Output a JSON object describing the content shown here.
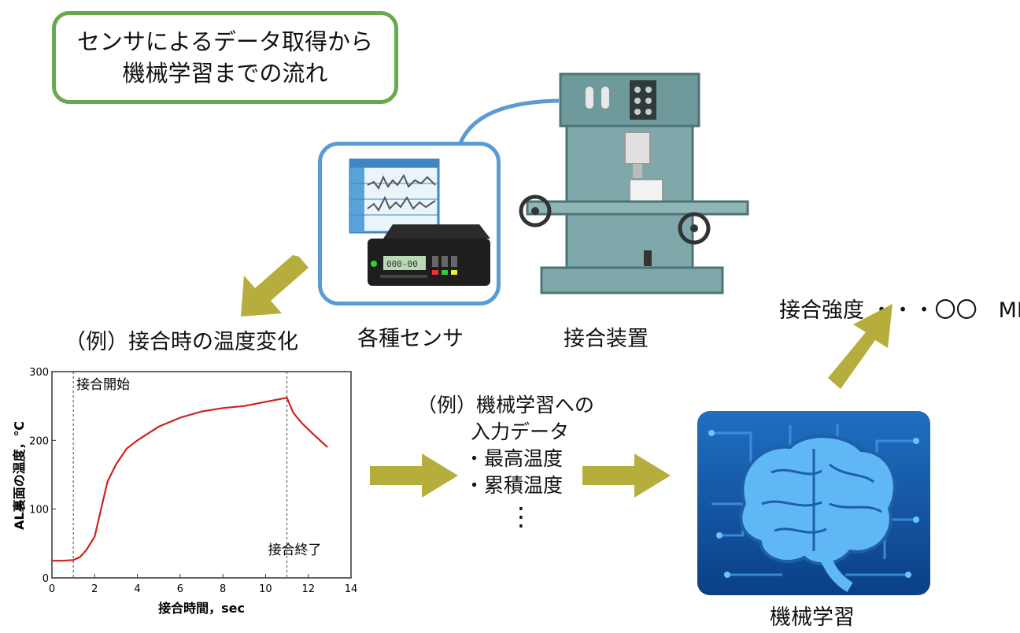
{
  "title": {
    "line1": "センサによるデータ取得から",
    "line2": "機械学習までの流れ"
  },
  "labels": {
    "sensors": "各種センサ",
    "device": "接合装置",
    "ml": "機械学習",
    "output": "接合強度 ・・・〇〇　MPa",
    "chart_caption": "（例）接合時の温度変化"
  },
  "ml_input": {
    "heading1": "（例）機械学習への",
    "heading2": "入力データ",
    "items": [
      "・最高温度",
      "・累積温度"
    ],
    "ellipsis": "⋮"
  },
  "colors": {
    "title_border": "#6aa84f",
    "sensor_border": "#5b9bd5",
    "arrow": "#b5ad3c",
    "curve": "#d02020",
    "brain": "#2f8fe0"
  },
  "chart_data": {
    "type": "line",
    "xlabel": "接合時間，sec",
    "ylabel": "AL裏面の温度，℃",
    "xlim": [
      0,
      14
    ],
    "ylim": [
      0,
      300
    ],
    "x_ticks": [
      "0",
      "2",
      "4",
      "6",
      "8",
      "10",
      "12",
      "14"
    ],
    "y_ticks": [
      "0",
      "100",
      "200",
      "300"
    ],
    "series": [
      {
        "x": [
          0,
          0.5,
          1.0,
          1.3,
          1.6,
          2.0,
          2.3,
          2.6,
          3.0,
          3.5,
          4.0,
          5.0,
          6.0,
          7.0,
          8.0,
          9.0,
          10.0,
          10.5,
          11.0,
          11.3,
          11.7,
          12.2,
          12.9
        ],
        "y": [
          25,
          25,
          26,
          30,
          40,
          60,
          100,
          140,
          165,
          188,
          200,
          220,
          233,
          242,
          247,
          250,
          256,
          259,
          262,
          240,
          225,
          210,
          190
        ]
      }
    ],
    "annotations": [
      {
        "x": 1.0,
        "text": "接合開始"
      },
      {
        "x": 11.0,
        "text": "接合終了"
      }
    ]
  }
}
